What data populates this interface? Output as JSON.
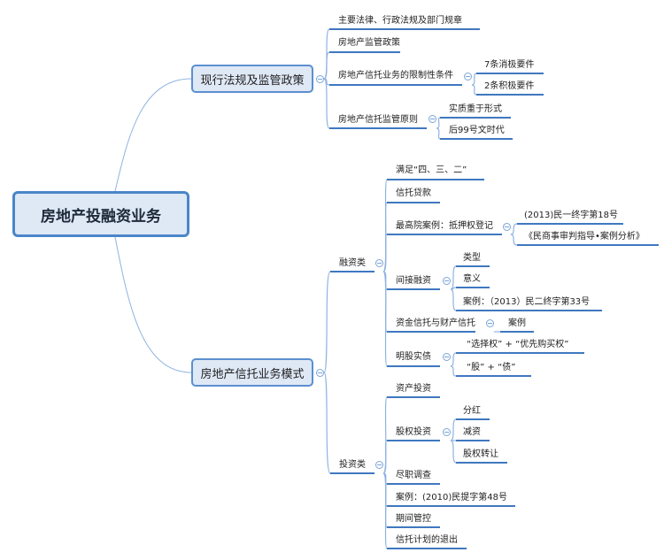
{
  "root": {
    "label": "房地产投融资业务"
  },
  "colors": {
    "line": "#3f78c0",
    "node_fill": "#dfe8f5",
    "node_border": "#5b8fd0",
    "curve": "#8fb3e0"
  },
  "branches": [
    {
      "label": "现行法规及监管政策",
      "children": [
        {
          "label": "主要法律、行政法规及部门规章"
        },
        {
          "label": "房地产监管政策"
        },
        {
          "label": "房地产信托业务的限制性条件",
          "children": [
            {
              "label": "7条消极要件"
            },
            {
              "label": "2条积极要件"
            }
          ]
        },
        {
          "label": "房地产信托监管原则",
          "children": [
            {
              "label": "实质重于形式"
            },
            {
              "label": "后99号文时代"
            }
          ]
        }
      ]
    },
    {
      "label": "房地产信托业务模式",
      "children": [
        {
          "label": "融资类",
          "children": [
            {
              "label": "满足“四、三、二”"
            },
            {
              "label": "信托贷款"
            },
            {
              "label": "最高院案例：抵押权登记",
              "children": [
                {
                  "label": "(2013)民一终字第18号"
                },
                {
                  "label": "《民商事审判指导•案例分析》"
                }
              ]
            },
            {
              "label": "间接融资",
              "children": [
                {
                  "label": "类型"
                },
                {
                  "label": "意义"
                },
                {
                  "label": "案例：（2013）民二终字第33号"
                }
              ]
            },
            {
              "label": "资金信托与财产信托",
              "children": [
                {
                  "label": "案例"
                }
              ]
            },
            {
              "label": "明股实债",
              "children": [
                {
                  "label": "“选择权” + “优先购买权”"
                },
                {
                  "label": "“股” + “债”"
                }
              ]
            }
          ]
        },
        {
          "label": "投资类",
          "children": [
            {
              "label": "资产投资"
            },
            {
              "label": "股权投资",
              "children": [
                {
                  "label": "分红"
                },
                {
                  "label": "减资"
                },
                {
                  "label": "股权转让"
                }
              ]
            },
            {
              "label": "尽职调查"
            },
            {
              "label": "案例：(2010)民提字第48号"
            },
            {
              "label": "期间管控"
            },
            {
              "label": "信托计划的退出"
            }
          ]
        }
      ]
    }
  ]
}
